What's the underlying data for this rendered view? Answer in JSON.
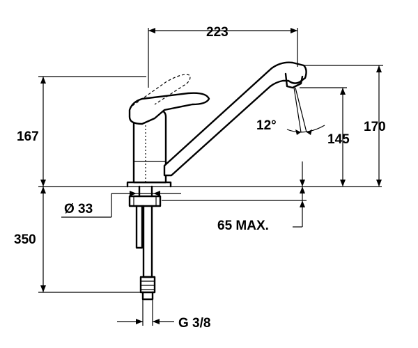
{
  "dimensions": {
    "width_223": "223",
    "height_167": "167",
    "height_170": "170",
    "height_145": "145",
    "angle_12": "12°",
    "diameter_33": "Ø 33",
    "max_65": "65 MAX.",
    "length_350": "350",
    "thread_g38": "G 3/8"
  },
  "colors": {
    "line": "#000000",
    "background": "#ffffff"
  }
}
